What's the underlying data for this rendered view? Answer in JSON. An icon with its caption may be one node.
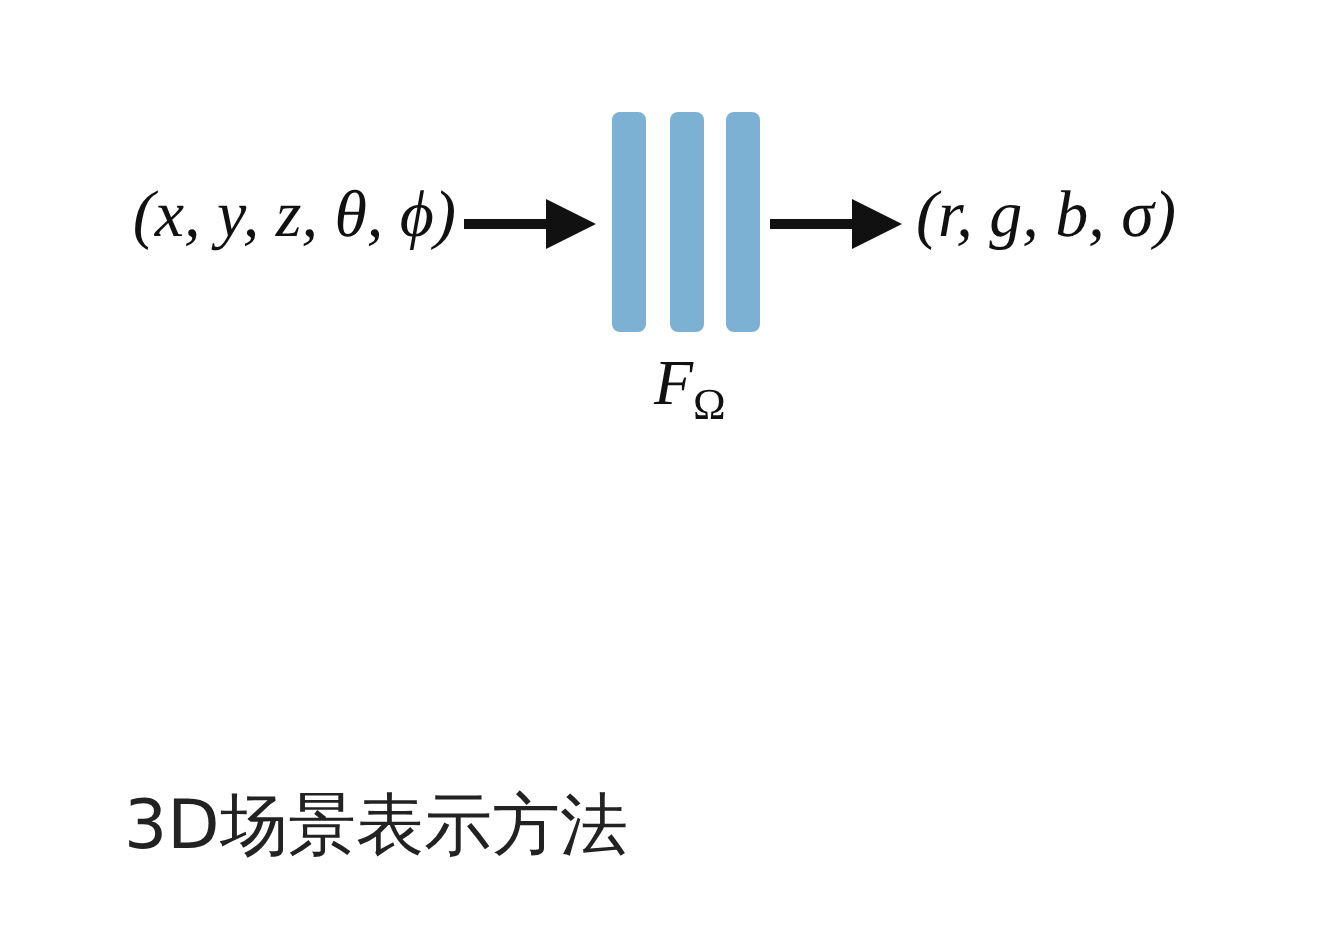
{
  "diagram": {
    "caption": "3D场景表示方法",
    "nodes": [
      {
        "text": [
          "(x, y, z, θ, ϕ)"
        ]
      },
      {
        "text": [
          "*F*$_{Ω}$"
        ]
      },
      {
        "text": [
          "(r, g, b, σ)"
        ]
      }
    ],
    "edges": [
      {
        "from": 0,
        "to": 1,
        "arrow": "to"
      },
      {
        "from": 1,
        "to": 2,
        "arrow": "to"
      }
    ]
  }
}
